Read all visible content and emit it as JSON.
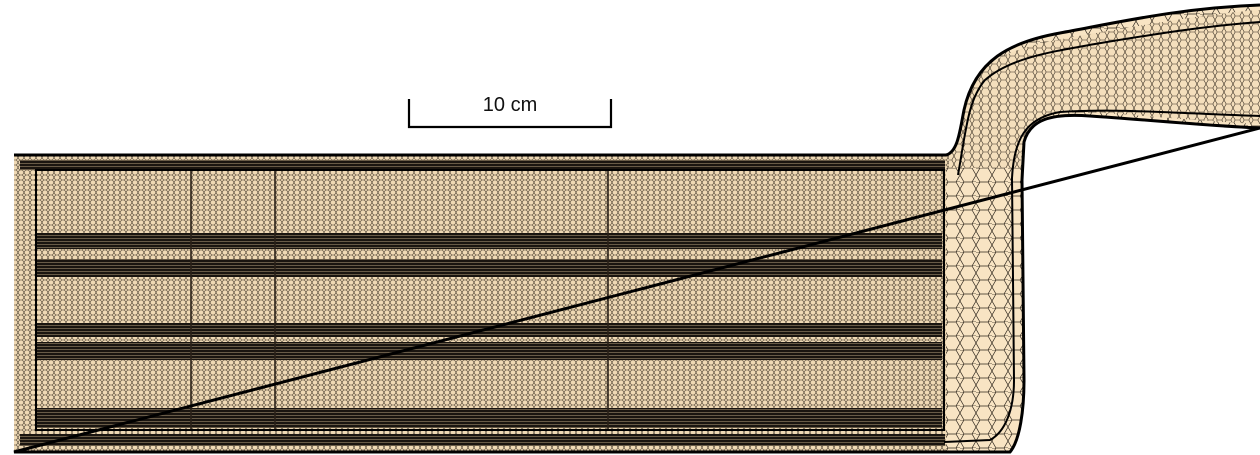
{
  "scale_bar": {
    "label": "10 cm"
  },
  "colors": {
    "mesh_fill": "#f4dfbc",
    "mesh_lines": "#2b241c",
    "boundary": "#000000",
    "background": "#ffffff"
  },
  "mesh": {
    "type": "polyhedral-cfd-mesh",
    "refinement_bands": 7,
    "vertical_partitions": 3
  }
}
